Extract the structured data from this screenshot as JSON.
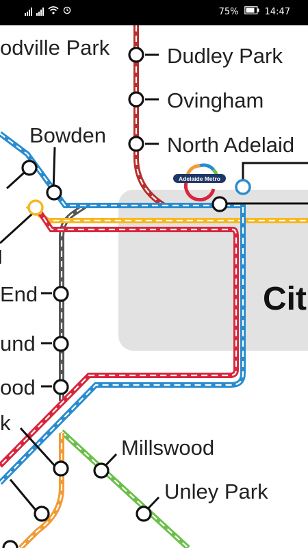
{
  "status": {
    "battery_percent": "75%",
    "time": "14:47"
  },
  "map": {
    "city_label": "Cit",
    "logo_text": "Adelaide Metro",
    "stations": {
      "woodville_park": "odville Park",
      "dudley_park": "Dudley Park",
      "ovingham": "Ovingham",
      "north_adelaide": "North Adelaid",
      "bowden": "Bowden",
      "end": "End",
      "und": "und",
      "ood": "ood",
      "k": "k",
      "millswood": "Millswood",
      "unley_park": "Unley Park"
    },
    "colors": {
      "red": "#D7263D",
      "blue": "#2A8CCF",
      "yellow": "#F6B820",
      "grey": "#555555",
      "brown_red": "#B5302E",
      "green": "#6BBF4A",
      "orange": "#F39A34",
      "city_zone": "#E2E2E2"
    }
  }
}
